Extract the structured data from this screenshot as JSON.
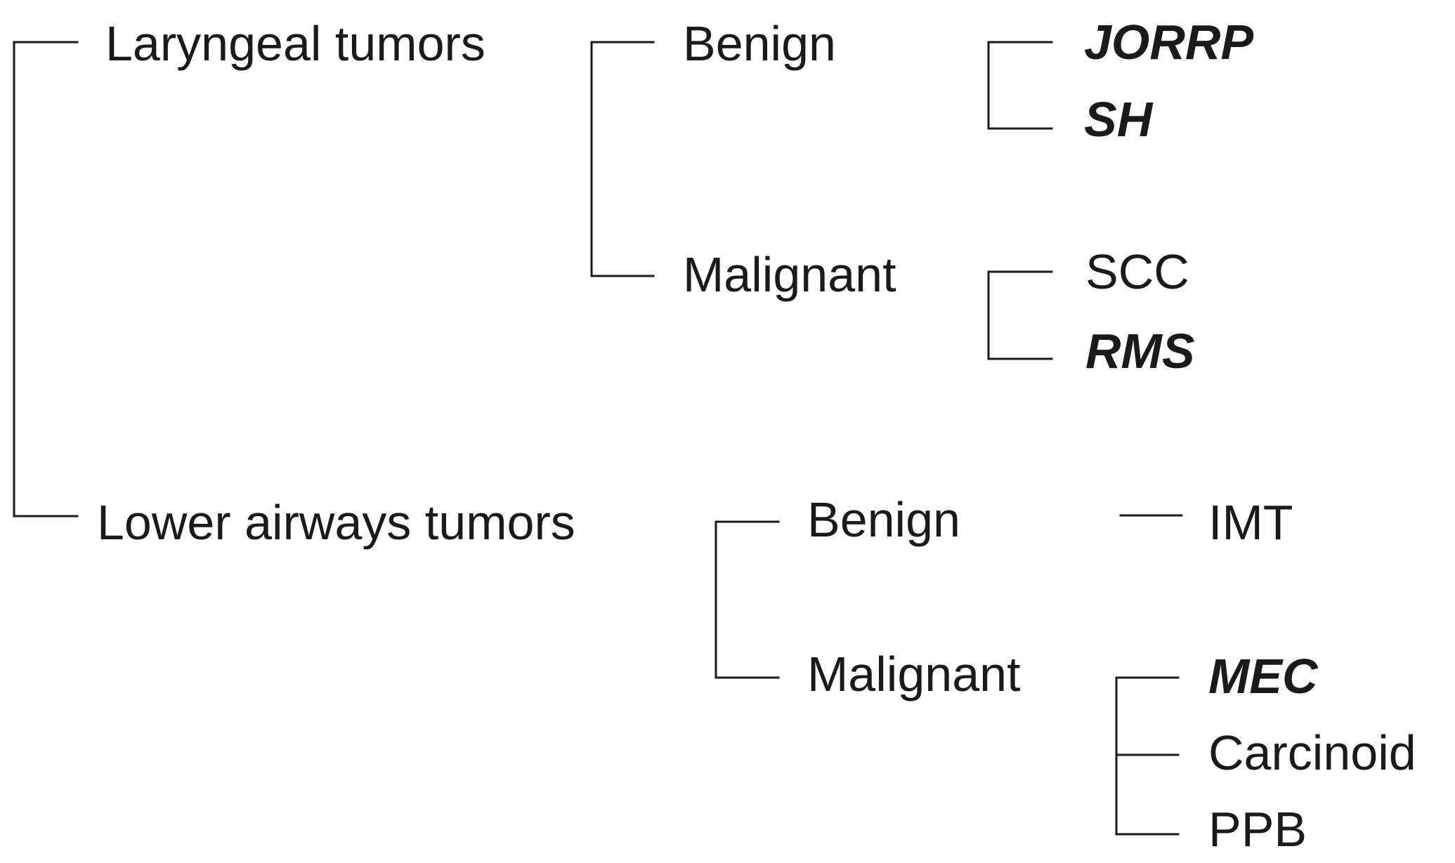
{
  "diagram": {
    "line_color": "#1a1a1a",
    "background": "#ffffff",
    "nodes": {
      "laryngeal": {
        "label": "Laryngeal tumors"
      },
      "laryngeal_benign": {
        "label": "Benign"
      },
      "laryngeal_malignant": {
        "label": "Malignant"
      },
      "jorrp": {
        "label": "JORRP",
        "emphasis": "bold-italic"
      },
      "sh": {
        "label": "SH",
        "emphasis": "bold-italic"
      },
      "scc": {
        "label": "SCC",
        "emphasis": "regular"
      },
      "rms": {
        "label": "RMS",
        "emphasis": "bold-italic"
      },
      "lower_airways": {
        "label": "Lower airways tumors"
      },
      "lower_benign": {
        "label": "Benign"
      },
      "lower_malignant": {
        "label": "Malignant"
      },
      "imt": {
        "label": "IMT",
        "emphasis": "regular"
      },
      "mec": {
        "label": "MEC",
        "emphasis": "bold-italic"
      },
      "carcinoid": {
        "label": "Carcinoid",
        "emphasis": "regular"
      },
      "ppb": {
        "label": "PPB",
        "emphasis": "regular"
      }
    },
    "edges": [
      [
        "root",
        "laryngeal"
      ],
      [
        "root",
        "lower_airways"
      ],
      [
        "laryngeal",
        "laryngeal_benign"
      ],
      [
        "laryngeal",
        "laryngeal_malignant"
      ],
      [
        "laryngeal_benign",
        "jorrp"
      ],
      [
        "laryngeal_benign",
        "sh"
      ],
      [
        "laryngeal_malignant",
        "scc"
      ],
      [
        "laryngeal_malignant",
        "rms"
      ],
      [
        "lower_airways",
        "lower_benign"
      ],
      [
        "lower_airways",
        "lower_malignant"
      ],
      [
        "lower_benign",
        "imt"
      ],
      [
        "lower_malignant",
        "mec"
      ],
      [
        "lower_malignant",
        "carcinoid"
      ],
      [
        "lower_malignant",
        "ppb"
      ]
    ]
  }
}
